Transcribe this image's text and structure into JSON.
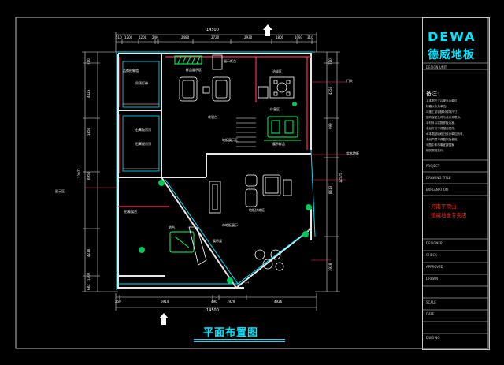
{
  "drawing_title": "平面布置图",
  "dimensions": {
    "top_total": "14500",
    "top_segments": [
      "510",
      "1200",
      "1200",
      "240",
      "2480",
      "2720",
      "2930",
      "1800",
      "1093",
      "310"
    ],
    "bottom_total": "14500",
    "bottom_segments": [
      "250",
      "6914",
      "490",
      "1929",
      "4926"
    ],
    "left_segments": [
      "710",
      "4425",
      "1850",
      "12072",
      "6950",
      "4216",
      "1700",
      "682"
    ],
    "right_segments": [
      "710",
      "4355",
      "999",
      "8613",
      "12575",
      "3928"
    ]
  },
  "room_labels": [
    "品牌形象墙",
    "吊顶灯带",
    "石膏板吊顶",
    "石膏板吊顶",
    "样品展示区",
    "展示柜台",
    "洽谈区",
    "收银台",
    "休息区",
    "展示样品",
    "地板展示区",
    "地板拼花区",
    "木地板展示",
    "入口",
    "门头",
    "形象展台",
    "地台",
    "展示架",
    "实木地板",
    "展示区"
  ],
  "title_block": {
    "logo_en": "DEWA",
    "logo_zh": "德威地板",
    "design_unit_label": "DESIGN UNIT",
    "notes_title": "备注:",
    "notes": [
      "1.本图尺寸以毫米为单位，",
      "  标高以米为单位。",
      "2.施工前请核对现场尺寸，",
      "  如有误差及时与设计师联系。",
      "3.材料以实物样板为准，",
      "  未经许可不得擅自更改。",
      "4.本图纸版权归设计单位所有，",
      "  未经同意不得复制及使用。",
      "5.图中未尽事宜按国家",
      "  相关规范执行。"
    ],
    "rows": [
      "PROJECT",
      "DRAWING TITLE",
      "EXPLANATION"
    ],
    "project_name_line1": "河南平顶山",
    "project_name_line2": "德威地板专卖店",
    "rows_lower": [
      "DESIGNER",
      "CHECK",
      "APPROVED",
      "DRAWN",
      "SCALE",
      "DATE",
      "DWG NO"
    ]
  }
}
